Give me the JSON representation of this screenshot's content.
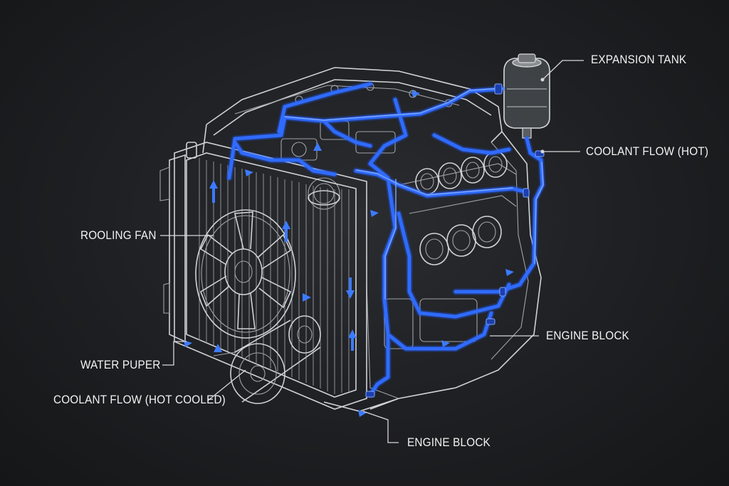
{
  "labels": {
    "expansion_tank": "EXPANSION TANK",
    "coolant_flow_hot": "COOLANT FLOW (HOT)",
    "rooling_fan": "ROOLING FAN",
    "engine_block_right": "ENGINE BLOCK",
    "water_puper": "WATER PUPER",
    "coolant_flow_hot_cooled": "COOLANT FLOW (HOT COOLED)",
    "engine_block_bottom": "ENGINE BLOCK"
  },
  "colors": {
    "background": "#1b1c1e",
    "line_art": "#cfd2d6",
    "coolant_pipe": "#2f6bff",
    "label_text": "#f2f2f2"
  }
}
